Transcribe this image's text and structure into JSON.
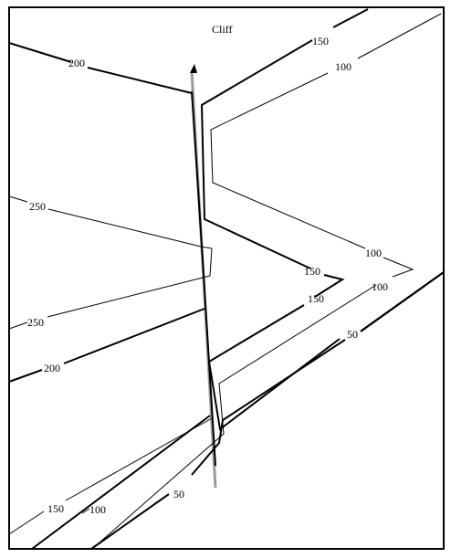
{
  "diagram": {
    "cliff_label": "Cliff",
    "contour_labels": {
      "c200_top": "200",
      "c150_top": "150",
      "c100_top": "100",
      "c250_mid": "250",
      "c100_right": "100",
      "c150_mid": "150",
      "c100_mid": "100",
      "c150_low": "150",
      "c250_left": "250",
      "c50_right": "50",
      "c200_left": "200",
      "c150_bottom": "150",
      "c100_bottom": "100",
      "c50_bottom": "50"
    },
    "colors": {
      "contour": "#000000",
      "cliff_line": "#9a9a9a",
      "frame": "#000000"
    }
  }
}
